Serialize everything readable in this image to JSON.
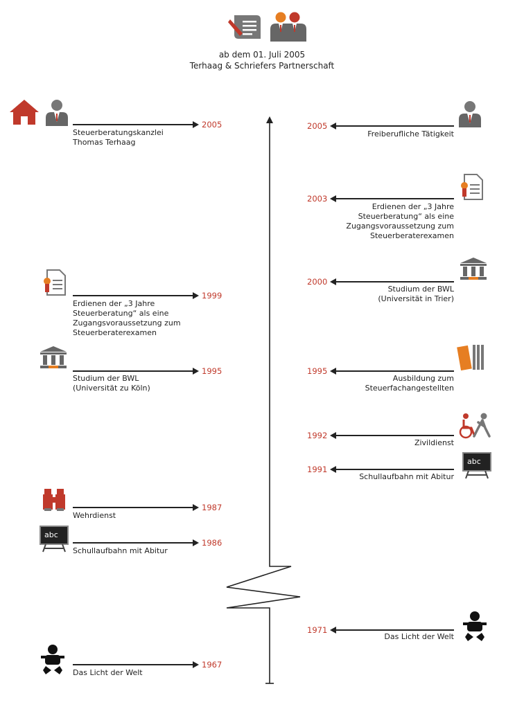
{
  "header": {
    "line1": "ab dem 01. Juli 2005",
    "line2": "Terhaag & Schriefers Partnerschaft"
  },
  "colors": {
    "accent_red": "#c0392b",
    "line": "#222222",
    "icon_gray": "#666666",
    "icon_orange": "#e67e22"
  },
  "left": [
    {
      "year": "2005",
      "lines": [
        "Steuerberatungskanzlei",
        "Thomas Terhaag"
      ],
      "icons": [
        "house-icon",
        "businessman-icon"
      ]
    },
    {
      "year": "1999",
      "lines": [
        "Erdienen der „3 Jahre",
        "Steuerberatung“ als eine",
        "Zugangsvoraussetzung zum",
        "Steuerberaterexamen"
      ],
      "icons": [
        "certificate-icon"
      ]
    },
    {
      "year": "1995",
      "lines": [
        "Studium der BWL",
        "(Universität zu Köln)"
      ],
      "icons": [
        "university-icon"
      ]
    },
    {
      "year": "1987",
      "lines": [
        "Wehrdienst"
      ],
      "icons": [
        "binoculars-icon"
      ]
    },
    {
      "year": "1986",
      "lines": [
        "Schullaufbahn mit Abitur"
      ],
      "icons": [
        "blackboard-icon"
      ]
    },
    {
      "year": "1967",
      "lines": [
        "Das Licht der Welt"
      ],
      "icons": [
        "baby-icon"
      ]
    }
  ],
  "right": [
    {
      "year": "2005",
      "lines": [
        "Freiberufliche Tätigkeit"
      ],
      "icons": [
        "businessman-icon"
      ]
    },
    {
      "year": "2003",
      "lines": [
        "Erdienen der „3 Jahre",
        "Steuerberatung“ als eine",
        "Zugangsvoraussetzung zum",
        "Steuerberaterexamen"
      ],
      "icons": [
        "certificate-icon"
      ]
    },
    {
      "year": "2000",
      "lines": [
        "Studium der BWL",
        "(Universität in Trier)"
      ],
      "icons": [
        "university-icon"
      ]
    },
    {
      "year": "1995",
      "lines": [
        "Ausbildung zum",
        "Steuerfachangestellten"
      ],
      "icons": [
        "binders-icon"
      ]
    },
    {
      "year": "1992",
      "lines": [
        "Zivildienst"
      ],
      "icons": [
        "civil-service-icon"
      ]
    },
    {
      "year": "1991",
      "lines": [
        "Schullaufbahn mit Abitur"
      ],
      "icons": [
        "blackboard-icon"
      ]
    },
    {
      "year": "1971",
      "lines": [
        "Das Licht der Welt"
      ],
      "icons": [
        "baby-icon"
      ]
    }
  ],
  "blackboard_text": "abc"
}
